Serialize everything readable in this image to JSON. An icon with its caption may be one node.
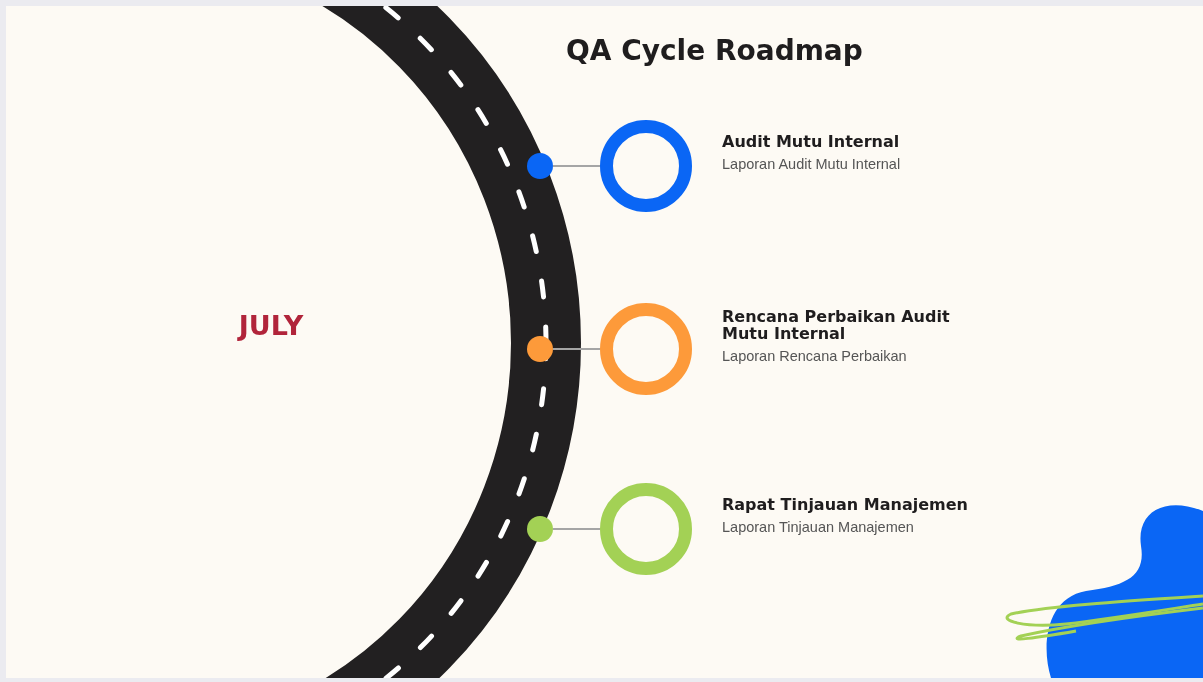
{
  "diagram": {
    "title": "QA Cycle Roadmap",
    "nodes": [
      {
        "text": [
          "JULY"
        ]
      },
      {
        "text": [],
        "shape": "circle"
      },
      {
        "text": [],
        "shape": "circle"
      },
      {
        "text": [],
        "shape": "circle"
      },
      {
        "text": [],
        "shape": "circle",
        "beside": [
          "Audit Mutu Internal",
          "Laporan Audit Mutu Internal"
        ]
      },
      {
        "text": [],
        "shape": "circle",
        "beside": [
          "Rencana Perbaikan Audit Mutu Internal",
          "Laporan Rencana Perbaikan"
        ]
      },
      {
        "text": [],
        "shape": "circle",
        "beside": [
          "Rapat Tinjauan Manajemen",
          "Laporan Tinjauan Manajemen"
        ]
      }
    ],
    "edges": [
      {
        "from": 1,
        "to": 4,
        "arrow": "none"
      },
      {
        "from": 2,
        "to": 5,
        "arrow": "none"
      },
      {
        "from": 3,
        "to": 6,
        "arrow": "none"
      }
    ]
  }
}
